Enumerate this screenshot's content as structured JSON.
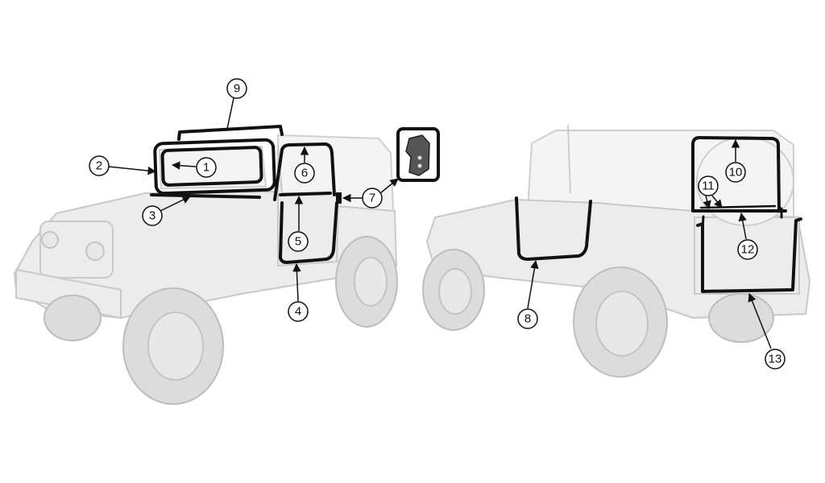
{
  "diagram": {
    "callouts": [
      {
        "id": "1"
      },
      {
        "id": "2"
      },
      {
        "id": "3"
      },
      {
        "id": "4"
      },
      {
        "id": "5"
      },
      {
        "id": "6"
      },
      {
        "id": "7"
      },
      {
        "id": "8"
      },
      {
        "id": "9"
      },
      {
        "id": "10"
      },
      {
        "id": "11"
      },
      {
        "id": "12"
      },
      {
        "id": "13"
      }
    ]
  }
}
